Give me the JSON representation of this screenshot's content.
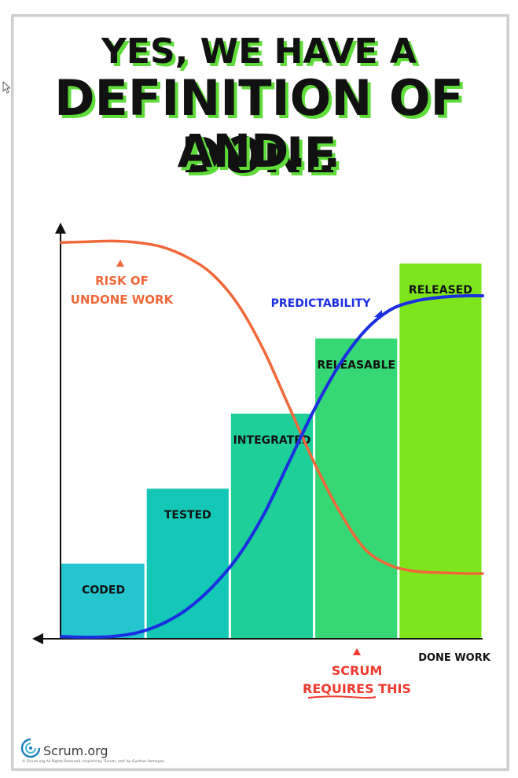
{
  "title": {
    "line1": "YES, WE HAVE A",
    "line2": "DEFINITION OF DONE",
    "line3": "AND..."
  },
  "colors": {
    "risk": "#f0683a",
    "predictability": "#1b2ee0",
    "scrum": "#ee3a2e",
    "bars": [
      "#24c5cf",
      "#14c7b6",
      "#1ecf9a",
      "#35d874",
      "#7ee51d"
    ],
    "title_shadow": "#5fdc3a"
  },
  "chart_data": {
    "type": "bar",
    "categories": [
      "CODED",
      "TESTED",
      "INTEGRATED",
      "RELEASABLE",
      "RELEASED"
    ],
    "values": [
      1,
      2,
      3,
      4,
      5
    ],
    "ylim": [
      0,
      5.25
    ],
    "xlabel": "DONE WORK",
    "series": [
      {
        "name": "RISK OF UNDONE WORK",
        "type": "line",
        "x": [
          0,
          0.3,
          0.6,
          0.9,
          1.2,
          1.5,
          1.8,
          2.1,
          2.4,
          2.7,
          3.0,
          3.3,
          3.6,
          3.9,
          4.2,
          4.5,
          4.8,
          5.0
        ],
        "y": [
          5.28,
          5.29,
          5.3,
          5.28,
          5.22,
          5.08,
          4.85,
          4.45,
          3.85,
          3.1,
          2.35,
          1.7,
          1.2,
          0.98,
          0.9,
          0.88,
          0.87,
          0.87
        ]
      },
      {
        "name": "PREDICTABILITY",
        "type": "line",
        "x": [
          0,
          0.3,
          0.6,
          0.9,
          1.2,
          1.5,
          1.8,
          2.1,
          2.4,
          2.7,
          3.0,
          3.3,
          3.6,
          3.9,
          4.2,
          4.5,
          4.8,
          5.0
        ],
        "y": [
          0.03,
          0.02,
          0.03,
          0.08,
          0.2,
          0.4,
          0.7,
          1.1,
          1.65,
          2.35,
          3.05,
          3.65,
          4.1,
          4.38,
          4.5,
          4.55,
          4.57,
          4.57
        ]
      }
    ]
  },
  "annotations": {
    "risk_line1": "RISK OF",
    "risk_line2": "UNDONE WORK",
    "predictability": "PREDICTABILITY",
    "scrum_line1": "SCRUM",
    "scrum_line2": "REQUIRES THIS"
  },
  "footer": {
    "logo_text": "Scrum.org",
    "copyright": "© Scrum.org All Rights Reserved. Inspired by 'Scrum, and' by Gunther Verheyen."
  }
}
